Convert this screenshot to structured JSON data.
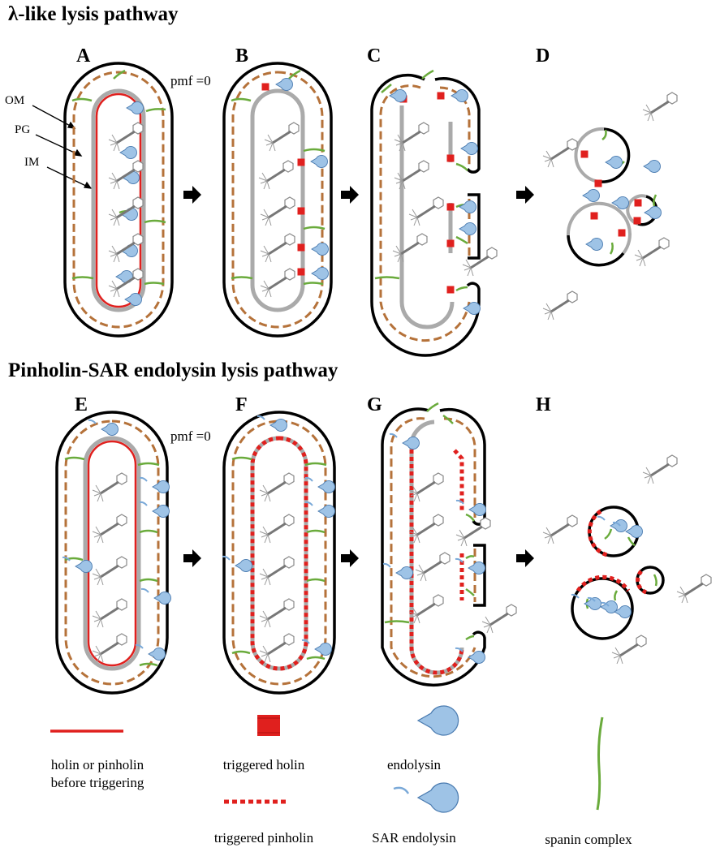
{
  "title_top": "λ-like lysis pathway",
  "title_bottom": "Pinholin-SAR endolysin lysis pathway",
  "panels": [
    "A",
    "B",
    "C",
    "D",
    "E",
    "F",
    "G",
    "H"
  ],
  "pmf_label": "pmf =0",
  "membranes": {
    "om": "OM",
    "pg": "PG",
    "im": "IM"
  },
  "legend": {
    "holin": "holin or pinholin before triggering",
    "holin_line1": "holin or pinholin",
    "holin_line2": "before triggering",
    "triggered_holin": "triggered holin",
    "endolysin": "endolysin",
    "triggered_pinholin": "triggered pinholin",
    "sar_endolysin": "SAR endolysin",
    "spanin": "spanin complex"
  },
  "colors": {
    "holin": "#e0201e",
    "pg": "#b5723a",
    "spanin": "#6aab3c",
    "endolysin": "#9ec3e6",
    "phage": "#888888"
  },
  "icons": [
    "arrow-icon",
    "phage-icon",
    "endolysin-icon",
    "sar-endolysin-icon",
    "triggered-holin-icon",
    "spanin-icon"
  ]
}
